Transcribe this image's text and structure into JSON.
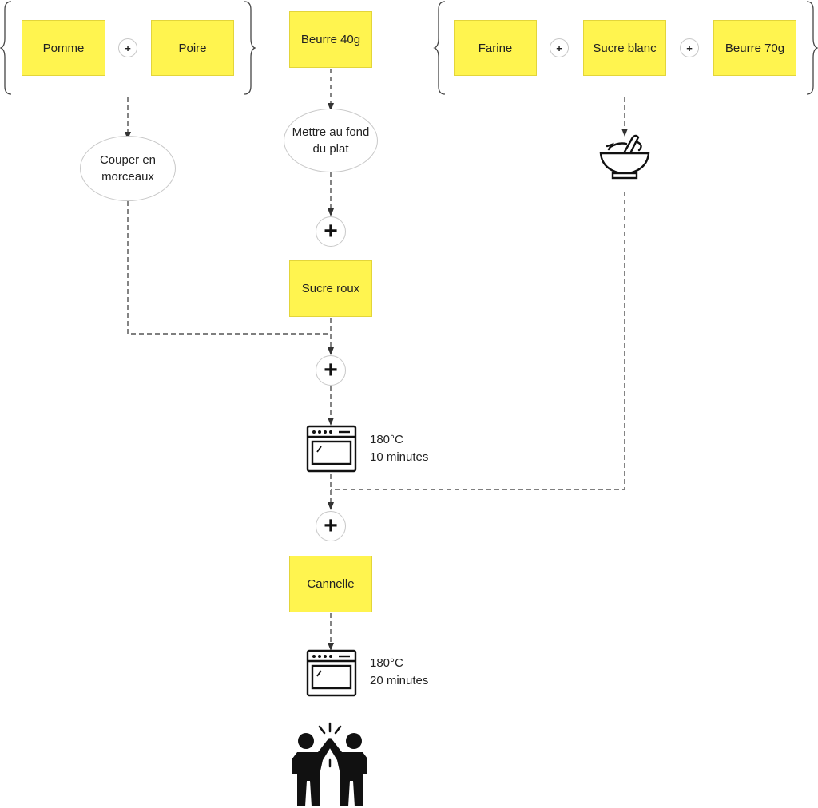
{
  "fruit_group": {
    "items": [
      {
        "label": "Pomme"
      },
      {
        "label": "Poire"
      }
    ],
    "join": "+"
  },
  "butter_top": {
    "label": "Beurre 40g"
  },
  "crumble_group": {
    "items": [
      {
        "label": "Farine"
      },
      {
        "label": "Sucre blanc"
      },
      {
        "label": "Beurre 70g"
      }
    ],
    "join": "+"
  },
  "steps": {
    "cut": "Couper en morceaux",
    "bottom": "Mettre au fond du plat"
  },
  "sucre_roux": {
    "label": "Sucre roux"
  },
  "cannelle": {
    "label": "Cannelle"
  },
  "plus": "+",
  "ovens": [
    {
      "temp": "180°C",
      "time": "10 minutes"
    },
    {
      "temp": "180°C",
      "time": "20 minutes"
    }
  ],
  "icons": {
    "mixing": "mortar-bowl-icon",
    "oven": "oven-icon",
    "celebration": "high-five-icon"
  },
  "colors": {
    "note_fill": "#fff44f",
    "line": "#333333"
  }
}
